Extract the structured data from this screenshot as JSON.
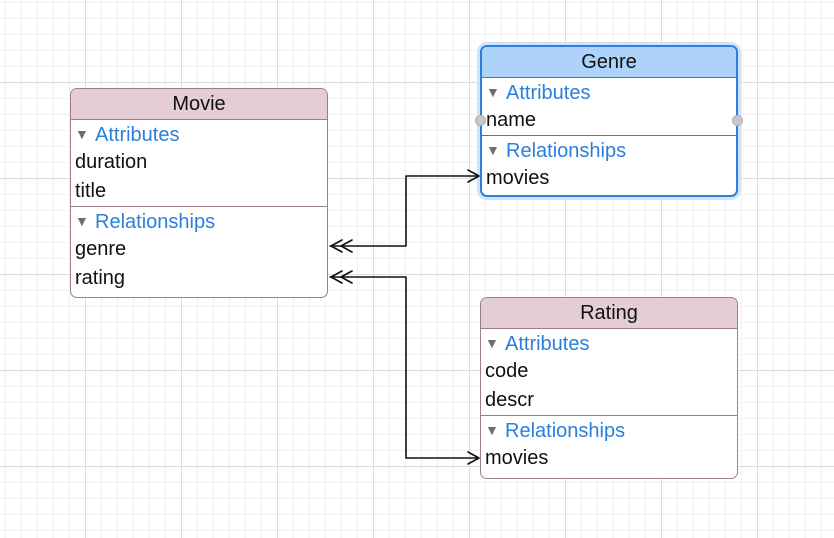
{
  "entities": {
    "movie": {
      "title": "Movie",
      "attributes_label": "Attributes",
      "attributes": [
        "duration",
        "title"
      ],
      "relationships_label": "Relationships",
      "relationships": [
        "genre",
        "rating"
      ]
    },
    "genre": {
      "title": "Genre",
      "attributes_label": "Attributes",
      "attributes": [
        "name"
      ],
      "relationships_label": "Relationships",
      "relationships": [
        "movies"
      ]
    },
    "rating": {
      "title": "Rating",
      "attributes_label": "Attributes",
      "attributes": [
        "code",
        "descr"
      ],
      "relationships_label": "Relationships",
      "relationships": [
        "movies"
      ]
    }
  },
  "icons": {
    "disclosure": "disclosure-triangle-icon",
    "to_many_arrow": "double-arrowhead-icon",
    "to_one_arrow": "single-arrowhead-icon"
  },
  "colors": {
    "entity_header": "#e5cdd4",
    "entity_border": "#9b8088",
    "selected_header": "#aed3fb",
    "selected_border": "#2f80d8",
    "section_label": "#2a7fdc",
    "connector": "#111111"
  }
}
